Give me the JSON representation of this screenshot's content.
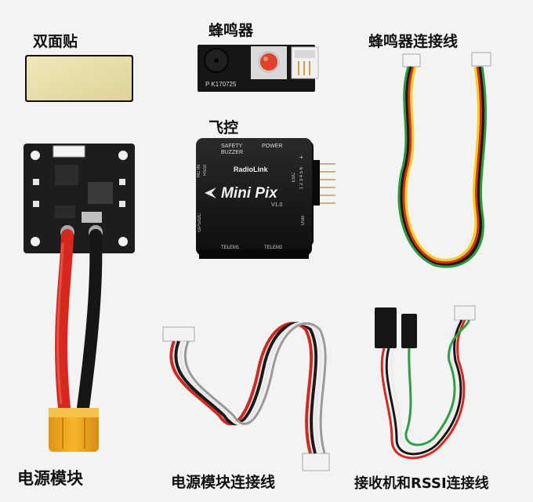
{
  "labels": {
    "tape": "双面贴",
    "buzzer": "蜂鸣器",
    "buzzer_cable": "蜂鸣器连接线",
    "fc": "飞控",
    "power_module": "电源模块",
    "power_cable": "电源模块连接线",
    "receiver_cable": "接收机和RSSI连接线"
  },
  "buzzer_board": {
    "serial": "P  K170725"
  },
  "fc_text": {
    "brand": "RadioLink",
    "model": "Mini Pix",
    "version": "V1.0",
    "safety": "SAFETY",
    "buzzer": "BUZZER",
    "power": "POWER",
    "rc_in": "RC IN",
    "rssi": "RSSI",
    "esc": "ESC",
    "gps_i2c": "GPS/I2C",
    "usb": "USB",
    "telem1": "TELEM1",
    "telem2": "TELEM2",
    "pins": "1 2 3 4 5 6",
    "plus": "+"
  },
  "colors": {
    "background": "#f3f3f3",
    "tape": "#ebe3a8",
    "pcb": "#1d1d1d",
    "fc_case": "#141414",
    "wire_red": "#d6281f",
    "wire_black": "#161616",
    "connector_yellow": "#f0a81c"
  }
}
